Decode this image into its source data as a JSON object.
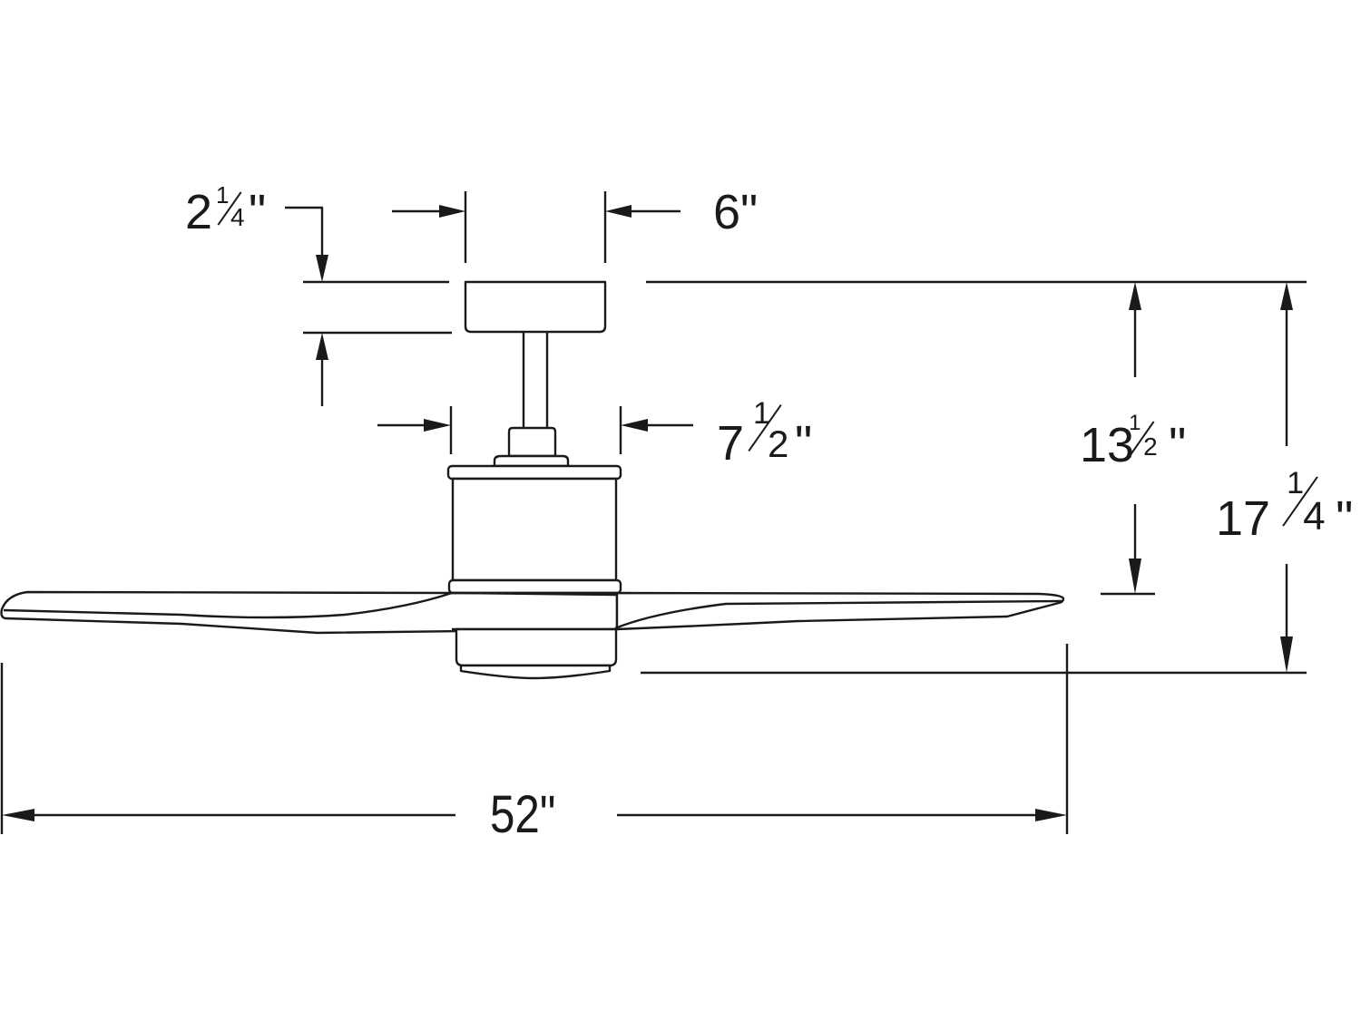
{
  "diagram": {
    "subject": "Ceiling fan side-view dimension drawing",
    "line_color": "#1a1a1a",
    "background": "#ffffff",
    "dimensions": {
      "canopy_height": {
        "whole": "2",
        "numerator": "1",
        "denominator": "4",
        "unit": "\"",
        "text": "2 1/4\""
      },
      "canopy_width": {
        "whole": "6",
        "unit": "\"",
        "text": "6\""
      },
      "motor_width": {
        "whole": "7",
        "numerator": "1",
        "denominator": "2",
        "unit": "\"",
        "text": "7 1/2\""
      },
      "ceiling_to_blade": {
        "whole": "13",
        "numerator": "1",
        "denominator": "2",
        "unit": "\"",
        "text": "13 1/2\""
      },
      "overall_height": {
        "whole": "17",
        "numerator": "1",
        "denominator": "4",
        "unit": "\"",
        "text": "17 1/4\""
      },
      "blade_span": {
        "whole": "52",
        "unit": "\"",
        "text": "52\""
      }
    },
    "parts": [
      "canopy",
      "downrod",
      "motor-collar",
      "motor-housing",
      "blades",
      "light-kit"
    ]
  }
}
